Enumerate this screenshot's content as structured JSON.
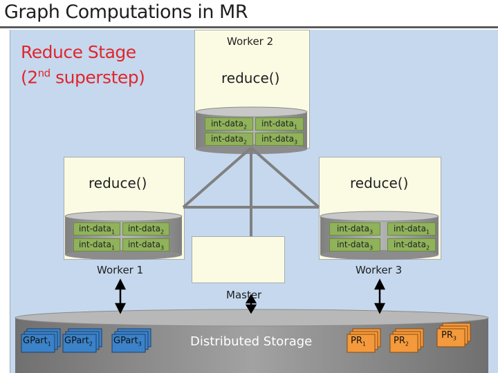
{
  "title": "Graph Computations in MR",
  "subtitle": {
    "line1": "Reduce Stage",
    "line2_pre": "(2",
    "line2_sup": "nd",
    "line2_post": " superstep)"
  },
  "worker2": {
    "label": "Worker 2",
    "function": "reduce()",
    "data": [
      [
        "int-data",
        "2"
      ],
      [
        "int-data",
        "1"
      ],
      [
        "int-data",
        "2"
      ],
      [
        "int-data",
        "3"
      ]
    ]
  },
  "worker1": {
    "label": "Worker 1",
    "function": "reduce()",
    "data": [
      [
        "int-data",
        "1"
      ],
      [
        "int-data",
        "2"
      ],
      [
        "int-data",
        "1"
      ],
      [
        "int-data",
        "3"
      ]
    ]
  },
  "worker3": {
    "label": "Worker 3",
    "function": "reduce()",
    "data": [
      [
        "int-data",
        "3"
      ],
      [
        "int-data",
        "1"
      ],
      [
        "int-data",
        "3"
      ],
      [
        "int-data",
        "2"
      ]
    ]
  },
  "master": {
    "label": "Master"
  },
  "storage": {
    "label": "Distributed Storage",
    "gparts": [
      [
        "GPart",
        "1"
      ],
      [
        "GPart",
        "2"
      ],
      [
        "GPart",
        "3"
      ]
    ],
    "prs": [
      [
        "PR",
        "1"
      ],
      [
        "PR",
        "2"
      ],
      [
        "PR",
        "3"
      ]
    ]
  },
  "colors": {
    "gpart": "#3b82c8",
    "pr": "#f49a3c",
    "cell": "#8fb25a",
    "cylinder": "#a4a4a4"
  }
}
